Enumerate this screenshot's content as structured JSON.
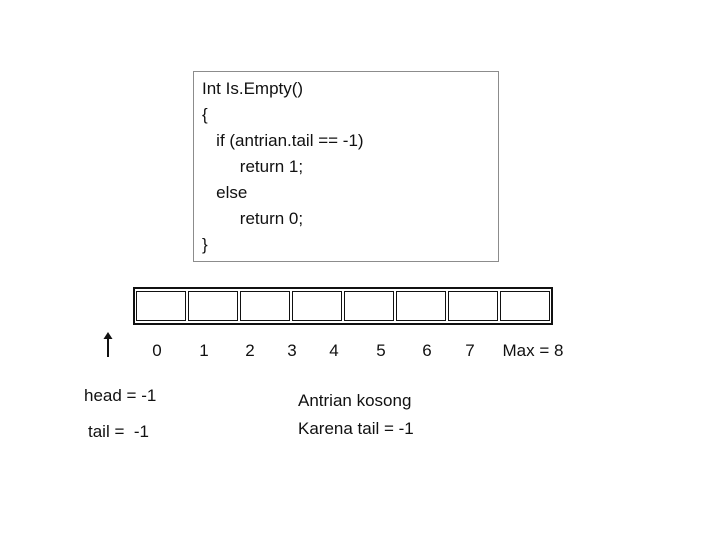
{
  "code": {
    "lines": [
      "Int Is.Empty()",
      "{",
      "   if (antrian.tail == -1)",
      "        return 1;",
      "   else",
      "        return 0;",
      "}"
    ]
  },
  "array": {
    "indices": [
      "0",
      "1",
      "2",
      "3",
      "4",
      "5",
      "6",
      "7"
    ],
    "max_label": "Max = 8"
  },
  "pointers": {
    "head": "head = -1",
    "tail": "tail =  -1"
  },
  "note": {
    "line1": "Antrian kosong",
    "line2": "Karena tail = -1"
  },
  "colors": {
    "stroke": "#111111",
    "code_border": "#8c8c8c"
  }
}
